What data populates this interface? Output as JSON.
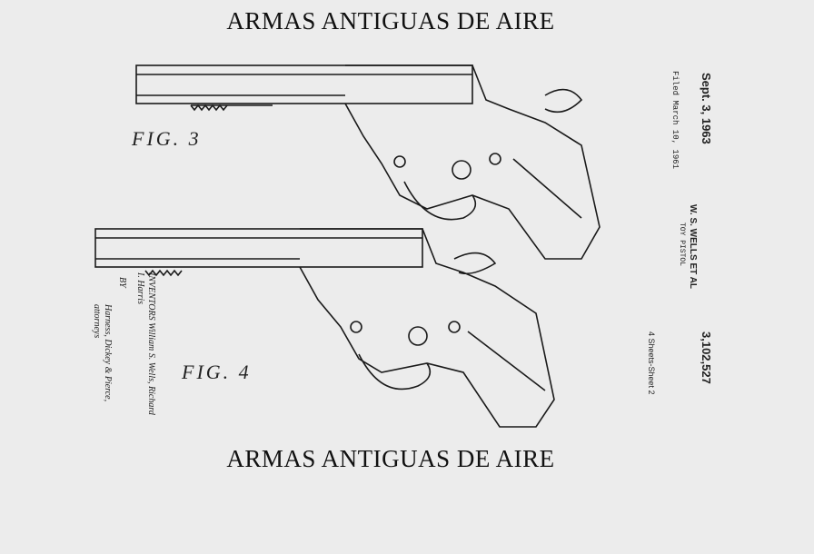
{
  "header": {
    "title": "ARMAS ANTIGUAS DE AIRE"
  },
  "footer": {
    "title": "ARMAS ANTIGUAS DE AIRE"
  },
  "patent": {
    "date": "Sept. 3, 1963",
    "filed": "Filed March 10, 1961",
    "inventor": "W. S. WELLS ET AL",
    "title": "TOY PISTOL",
    "number": "3,102,527",
    "sheets": "4 Sheets-Sheet 2"
  },
  "figures": {
    "fig3": "FIG. 3",
    "fig4": "FIG. 4"
  },
  "signature": {
    "inventors": "INVENTORS William S. Wells, Richard I. Harris",
    "by": "BY",
    "attorneys": "Harness, Dickey & Pierce, attorneys"
  }
}
